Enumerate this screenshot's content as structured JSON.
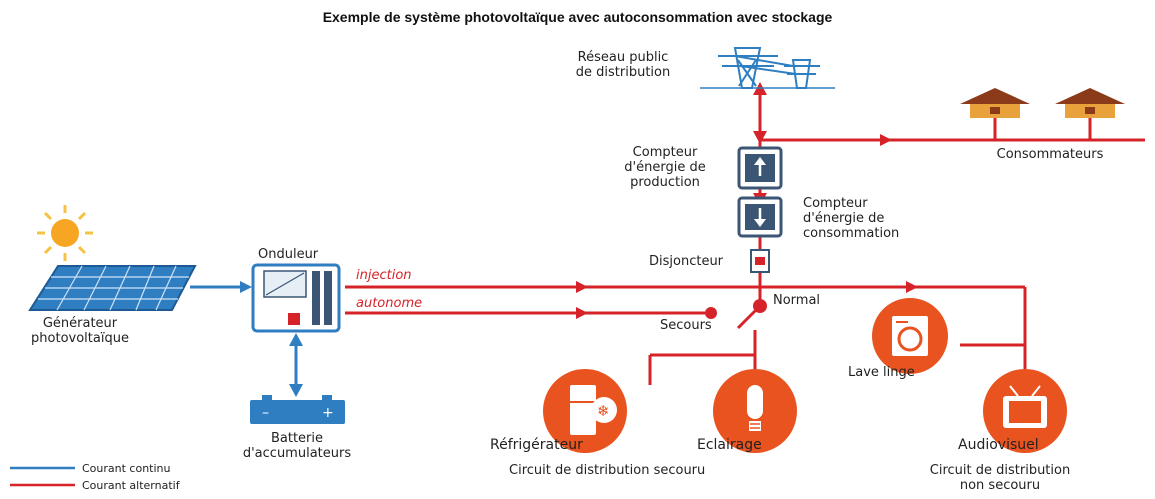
{
  "title": "Exemple de système photovoltaïque avec autoconsommation avec stockage",
  "components": {
    "reseau": "Réseau public\nde distribution",
    "consommateurs": "Consommateurs",
    "compteur_production": "Compteur\nd'énergie de\nproduction",
    "compteur_consommation": "Compteur\nd'énergie de\nconsommation",
    "disjoncteur": "Disjoncteur",
    "onduleur": "Onduleur",
    "generateur": "Générateur\nphotovoltaïque",
    "batterie": "Batterie\nd'accumulateurs",
    "injection": "injection",
    "autonome": "autonome",
    "normal": "Normal",
    "secours": "Secours",
    "lave_linge": "Lave linge",
    "refrigerateur": "Réfrigérateur",
    "eclairage": "Eclairage",
    "audiovisuel": "Audiovisuel",
    "circuit_secouru": "Circuit de distribution secouru",
    "circuit_non_secouru": "Circuit de distribution\nnon secouru"
  },
  "legend": {
    "dc": "Courant continu",
    "ac": "Courant alternatif"
  },
  "colors": {
    "ac_line": "#d6232a",
    "dc_line": "#2f7ec1",
    "appliance_orange": "#e8531f",
    "roof": "#8b3a1a",
    "house": "#e9a23b",
    "panel": "#2f7ec1",
    "meter": "#3b5675"
  }
}
